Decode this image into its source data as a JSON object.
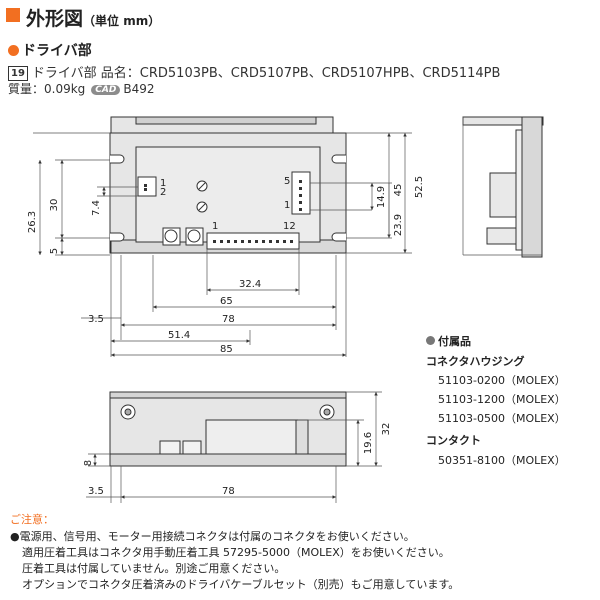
{
  "header": {
    "title": "外形図",
    "unit": "（単位 mm）"
  },
  "section": {
    "title": "ドライバ部"
  },
  "product": {
    "num": "19",
    "model_line": "ドライバ部 品名：CRD5103PB、CRD5107PB、CRD5107HPB、CRD5114PB",
    "mass": "質量：0.09kg",
    "cad_badge": "CAD",
    "cad_code": "B492"
  },
  "dims": {
    "d1": "1",
    "d2": "2",
    "d5": "5",
    "d1b": "1",
    "d1c": "1",
    "d12": "12",
    "d30": "30",
    "d7_4": "7.4",
    "d26_3": "26.3",
    "d5b": "5",
    "d14_9": "14.9",
    "d45": "45",
    "d52_5": "52.5",
    "d23_9": "23.9",
    "d32_4": "32.4",
    "d65": "65",
    "d3_5": "3.5",
    "d78": "78",
    "d51_4": "51.4",
    "d85": "85",
    "d8": "8",
    "d19_6": "19.6",
    "d32": "32",
    "d3_5b": "3.5",
    "d78b": "78"
  },
  "accessories": {
    "heading": "付属品",
    "housing_title": "コネクタハウジング",
    "housing_parts": [
      "51103-0200（MOLEX）",
      "51103-1200（MOLEX）",
      "51103-0500（MOLEX）"
    ],
    "contact_title": "コンタクト",
    "contact_parts": [
      "50351-8100（MOLEX）"
    ]
  },
  "notes": {
    "heading": "ご注意：",
    "lines": [
      "●電源用、信号用、モーター用接続コネクタは付属のコネクタをお使いください。",
      "適用圧着工具はコネクタ用手動圧着工具 57295-5000（MOLEX）をお使いください。",
      "圧着工具は付属していません。別途ご用意ください。",
      "オプションでコネクタ圧着済みのドライバケーブルセット（別売）もご用意しています。"
    ]
  },
  "colors": {
    "accent": "#f26f21",
    "board": "#e6e6e6",
    "line": "#333333"
  }
}
